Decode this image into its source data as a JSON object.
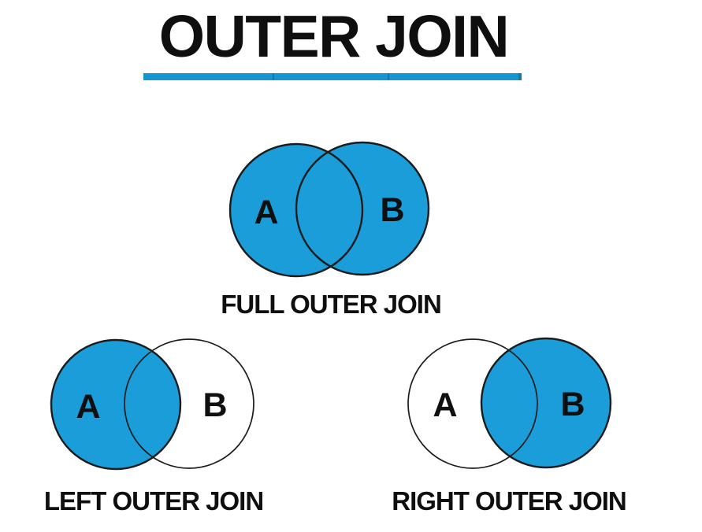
{
  "title": {
    "text": "OUTER JOIN"
  },
  "colors": {
    "accent_blue": "#1a9dd9",
    "underline_blue": "#1496d3",
    "underline_separator": "#0e7cab",
    "outline_dark": "#1c1c1c",
    "text_color": "#0f0f0f"
  },
  "diagrams": [
    {
      "label": "FULL OUTER JOIN",
      "circles": [
        {
          "label": "A",
          "fill": "#1a9dd9"
        },
        {
          "label": "B",
          "fill": "#1a9dd9"
        }
      ]
    },
    {
      "label": "LEFT OUTER JOIN",
      "circles": [
        {
          "label": "A",
          "fill": "#1a9dd9"
        },
        {
          "label": "B",
          "fill": "none"
        }
      ]
    },
    {
      "label": "RIGHT OUTER JOIN",
      "circles": [
        {
          "label": "A",
          "fill": "none"
        },
        {
          "label": "B",
          "fill": "#1a9dd9"
        }
      ]
    }
  ]
}
